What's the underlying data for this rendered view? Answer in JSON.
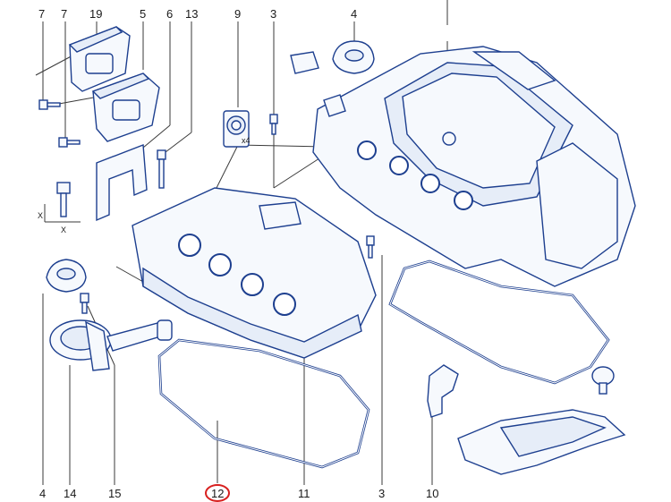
{
  "callouts": {
    "top": [
      "7",
      "7",
      "19",
      "5",
      "6",
      "13",
      "9",
      "3",
      "4"
    ],
    "bottom": [
      "4",
      "14",
      "15",
      "12",
      "11",
      "3",
      "10"
    ]
  },
  "multipliers": {
    "seal_qty": "x4"
  },
  "axis_marks": {
    "x_top": "X",
    "x_bottom": "X"
  },
  "highlight": {
    "part": "12",
    "color": "#d8201f"
  },
  "colors": {
    "line_art": "#1d3f8f",
    "leader": "#3a3a3a"
  }
}
